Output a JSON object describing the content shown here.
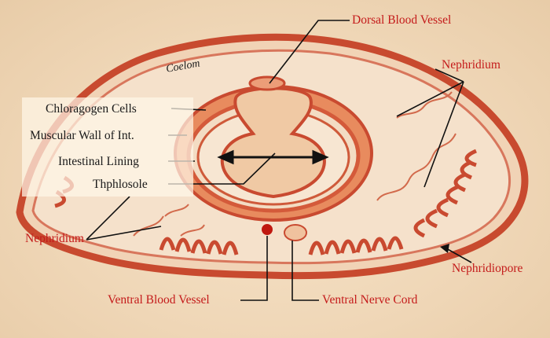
{
  "labels": {
    "dorsal_blood_vessel": "Dorsal Blood Vessel",
    "coelom": "Coelom",
    "nephridium_right": "Nephridium",
    "chloragogen_cells": "Chloragogen Cells",
    "muscular_wall": "Muscular Wall of Int.",
    "intestinal_lining": "Intestinal Lining",
    "typhlosole": "Thphlosole",
    "nephridium_left": "Nephridium",
    "nephridiopore": "Nephridiopore",
    "ventral_blood_vessel": "Ventral Blood Vessel",
    "ventral_nerve_cord": "Ventral Nerve Cord"
  },
  "colors": {
    "red_label": "#c41a1a",
    "black_label": "#1a1a1a",
    "tissue": "#d2553a",
    "background": "#f2dcc0"
  }
}
